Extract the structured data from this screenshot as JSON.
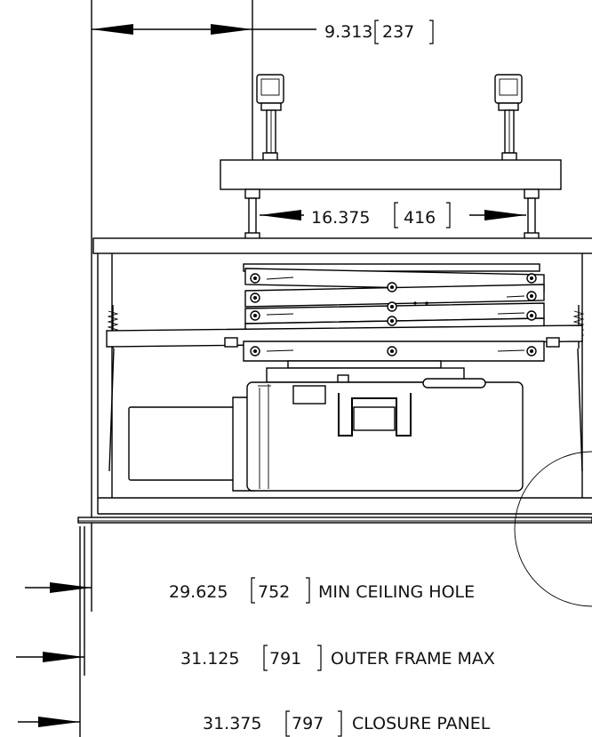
{
  "dimensions": {
    "offset": {
      "value": "9.313",
      "metric": "237"
    },
    "lift_spacing": {
      "value": "16.375",
      "metric": "416"
    },
    "min_ceiling_hole": {
      "value": "29.625",
      "metric": "752",
      "label": "MIN CEILING HOLE"
    },
    "outer_frame_max": {
      "value": "31.125",
      "metric": "791",
      "label": "OUTER FRAME MAX"
    },
    "closure_panel": {
      "value": "31.375",
      "metric": "797",
      "label": "CLOSURE PANEL"
    }
  }
}
